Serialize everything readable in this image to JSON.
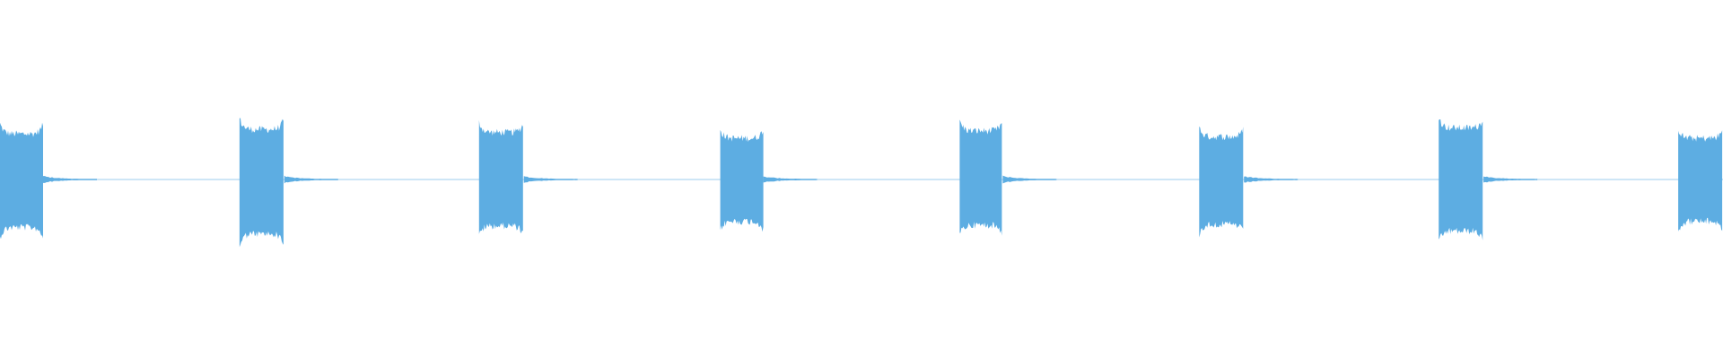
{
  "waveform": {
    "color": "#5dade2",
    "background": "#ffffff",
    "sample_rate_note": "",
    "bursts": [
      {
        "start": 0.0,
        "end": 0.025,
        "peak_top": 0.62,
        "peak_bottom": 0.65
      },
      {
        "start": 0.139,
        "end": 0.165,
        "peak_top": 0.68,
        "peak_bottom": 0.74
      },
      {
        "start": 0.278,
        "end": 0.304,
        "peak_top": 0.64,
        "peak_bottom": 0.63
      },
      {
        "start": 0.418,
        "end": 0.443,
        "peak_top": 0.56,
        "peak_bottom": 0.57
      },
      {
        "start": 0.557,
        "end": 0.582,
        "peak_top": 0.66,
        "peak_bottom": 0.62
      },
      {
        "start": 0.696,
        "end": 0.722,
        "peak_top": 0.58,
        "peak_bottom": 0.61
      },
      {
        "start": 0.835,
        "end": 0.861,
        "peak_top": 0.7,
        "peak_bottom": 0.7
      },
      {
        "start": 0.974,
        "end": 1.0,
        "peak_top": 0.56,
        "peak_bottom": 0.57
      }
    ],
    "silence_level": 0.015
  }
}
